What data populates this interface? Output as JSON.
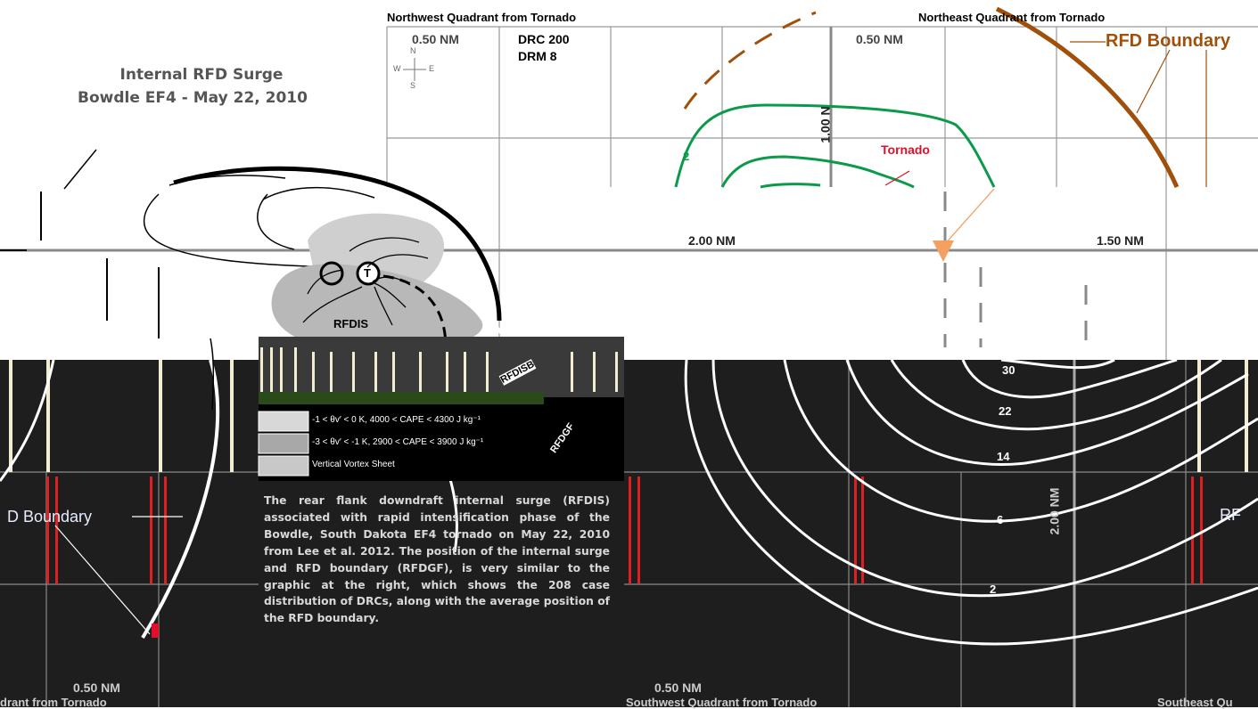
{
  "page_title": {
    "line1": "Internal RFD Surge",
    "line2": "Bowdle EF4 - May 22, 2010"
  },
  "quadrants": {
    "northwest": "Northwest Quadrant from Tornado",
    "northeast": "Northeast Quadrant from Tornado",
    "southwest": "Southwest Quadrant from Tornado",
    "southeast": "Southeast Qu",
    "west_partial": "drant from Tornado"
  },
  "distances": {
    "nw_top": "0.50 NM",
    "ne_top": "0.50 NM",
    "horizontal_left": "2.00 NM",
    "horizontal_right": "1.50 NM",
    "vertical_upper": "1.00 N",
    "vertical_lower": "2.00 NM",
    "bottom_left": "0.50 NM",
    "bottom_mid": "0.50 NM"
  },
  "stats": {
    "drc": "DRC  200",
    "drm": "DRM  8"
  },
  "compass": {
    "n": "N",
    "s": "S",
    "e": "E",
    "w": "W"
  },
  "labels": {
    "rfd_boundary": "RFD Boundary",
    "rfd_boundary_left": "D Boundary",
    "rfd_boundary_right": "RF",
    "tornado": "Tornado",
    "rfdis": "RFDIS",
    "rfdisb": "RFDISB",
    "rfdgf": "RFDGF",
    "tornado_symbol": "T"
  },
  "contour_labels": [
    "30",
    "22",
    "14",
    "6",
    "2",
    "2"
  ],
  "legend": {
    "row1": "-1 < θv′ < 0 K, 4000 < CAPE < 4300 J kg⁻¹",
    "row2": "-3 < θv′ < -1 K, 2900 < CAPE < 3900 J kg⁻¹",
    "row3": "Vertical Vortex Sheet"
  },
  "caption": "The rear flank downdraft internal surge (RFDIS) associated with rapid intensification phase of the Bowdle, South Dakota EF4 tornado on May 22, 2010 from Lee et al. 2012. The position of the internal surge and RFD boundary (RFDGF), is very similar to the graphic at the right, which shows the 208 case distribution of DRCs, along with the average position of the RFD boundary.",
  "colors": {
    "background": "#ffffff",
    "dark_panel": "#1e1e1e",
    "contour_green": "#0a9a4a",
    "boundary_brown": "#a0500a",
    "tornado_red": "#e0102a",
    "arrow_orange": "#f4a060",
    "grid": "#9a9a9a"
  }
}
